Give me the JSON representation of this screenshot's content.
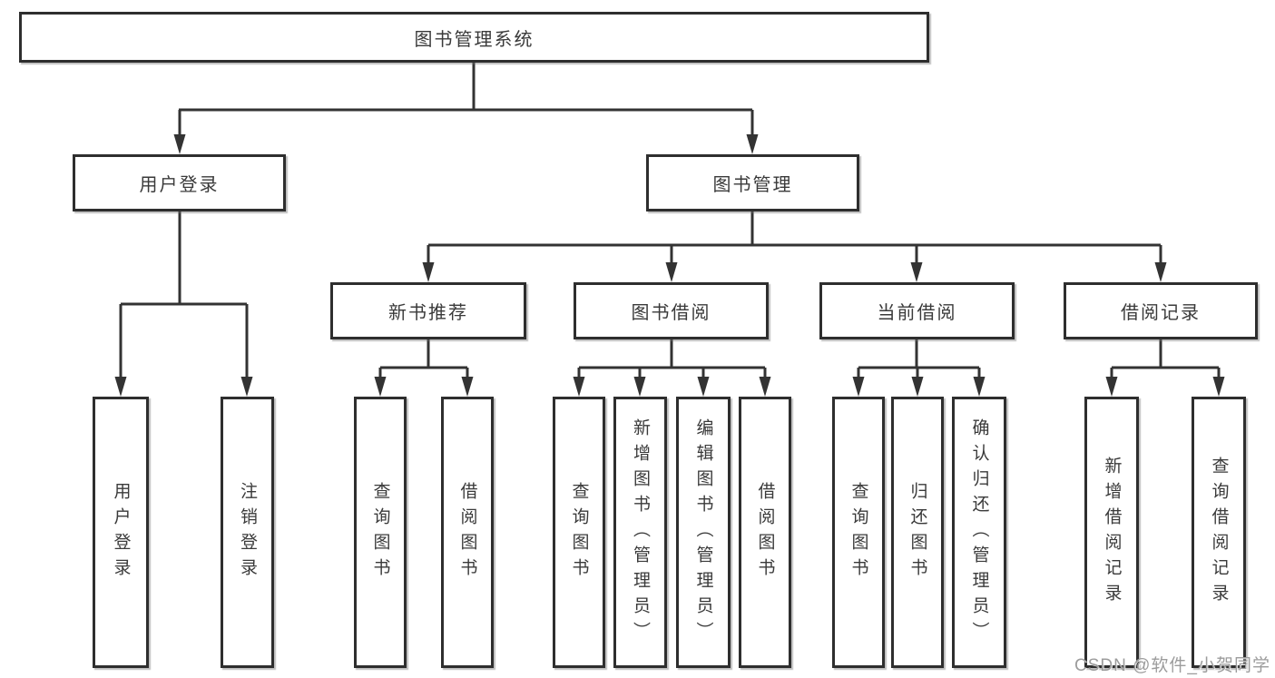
{
  "tree": {
    "label": "图书管理系统",
    "children": [
      {
        "label": "用户登录",
        "children": [
          {
            "label": "用户登录"
          },
          {
            "label": "注销登录"
          }
        ]
      },
      {
        "label": "图书管理",
        "children": [
          {
            "label": "新书推荐",
            "children": [
              {
                "label": "查询图书"
              },
              {
                "label": "借阅图书"
              }
            ]
          },
          {
            "label": "图书借阅",
            "children": [
              {
                "label": "查询图书"
              },
              {
                "label": "新增图书（管理员）"
              },
              {
                "label": "编辑图书（管理员）"
              },
              {
                "label": "借阅图书"
              }
            ]
          },
          {
            "label": "当前借阅",
            "children": [
              {
                "label": "查询图书"
              },
              {
                "label": "归还图书"
              },
              {
                "label": "确认归还（管理员）"
              }
            ]
          },
          {
            "label": "借阅记录",
            "children": [
              {
                "label": "新增借阅记录"
              },
              {
                "label": "查询借阅记录"
              }
            ]
          }
        ]
      }
    ]
  },
  "watermark": {
    "text": "CSDN @软件_小贺同学"
  },
  "colors": {
    "line": "#333333",
    "box_border": "#2e2e2e",
    "text": "#3a3a3a",
    "watermark": "#9c9c9c",
    "background": "#ffffff"
  }
}
